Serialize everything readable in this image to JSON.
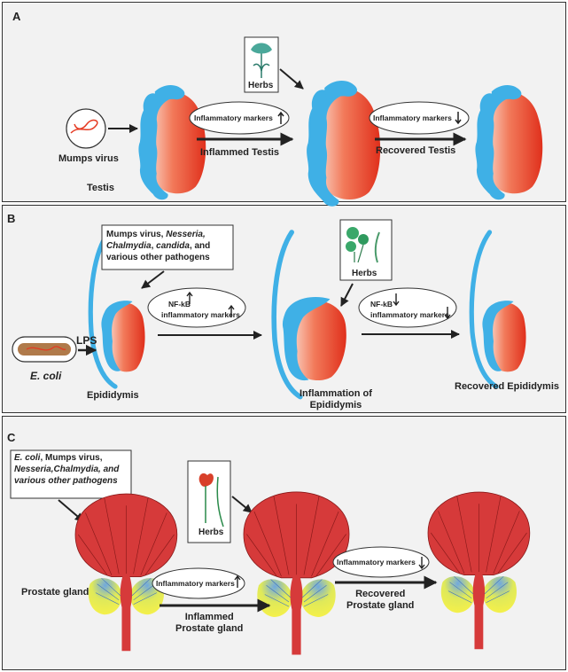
{
  "panels": {
    "a": {
      "letter": "A",
      "pathogen": "Mumps virus",
      "organ": "Testis",
      "herbs": "Herbs",
      "marker_up": "Inflammatory markers",
      "marker_down": "Inflammatory markers",
      "step1": "Inflammed Testis",
      "step2": "Recovered Testis"
    },
    "b": {
      "letter": "B",
      "pathogens_line1": "Mumps virus,",
      "pathogens_line1b": "Nesseria,",
      "pathogens_line2a": "Chalmydia",
      "pathogens_line2b": ",",
      "pathogens_line2c": "candida",
      "pathogens_line2d": ", and",
      "pathogens_line3": "various other pathogens",
      "herbs": "Herbs",
      "nfkb": "NF-kB",
      "markers": "inflammatory markers",
      "lps": "LPS",
      "ecoli": "E. coli",
      "organ": "Epididymis",
      "step1_line1": "Inflammation of",
      "step1_line2": "Epididymis",
      "step2": "Recovered Epididymis"
    },
    "c": {
      "letter": "C",
      "pathogens_line1a": "E. coli",
      "pathogens_line1b": ", Mumps virus,",
      "pathogens_line2": "Nesseria,Chalmydia, and",
      "pathogens_line3": "various other pathogens",
      "herbs": "Herbs",
      "organ": "Prostate gland",
      "marker_up": "Inflammatory markers",
      "marker_down": "Inflammatory markers",
      "step1_line1": "Inflammed",
      "step1_line2": "Prostate gland",
      "step2_line1": "Recovered",
      "step2_line2": "Prostate gland"
    }
  },
  "colors": {
    "epididymis": "#3fb0e6",
    "testis_red": "#e53a22",
    "prostate_red": "#d63a3a",
    "seminal_yellow": "#f2ef4a",
    "bacterium_brown": "#b07a4a",
    "herb_green": "#3aa86a"
  },
  "icons": [
    "herb-flower-icon",
    "green-herb-icon",
    "red-flower-herb-icon",
    "virus-circle-icon",
    "bacterium-icon"
  ]
}
